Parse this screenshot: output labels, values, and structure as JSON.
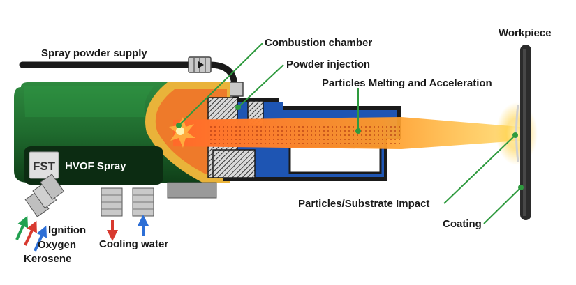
{
  "brand": {
    "logo": "FST",
    "product": "HVOF Spray"
  },
  "labels": {
    "spray_powder_supply": "Spray powder supply",
    "combustion_chamber": "Combustion chamber",
    "powder_injection": "Powder injection",
    "particles_melting": "Particles Melting and Acceleration",
    "workpiece": "Workpiece",
    "impact": "Particles/Substrate Impact",
    "coating": "Coating",
    "cooling_water": "Cooling water",
    "ignition": "Ignition",
    "oxygen": "Oxygen",
    "kerosene": "Kerosene"
  },
  "colors": {
    "gun_body": "#1f6b2e",
    "leader_line": "#2e9a3e",
    "barrel_blue": "#1e55b3",
    "flame_core": "#e6502a",
    "flame_outer": "#f6c23a",
    "workpiece": "#2b2b2b",
    "arrow_green": "#22a050",
    "arrow_red": "#d8392f",
    "arrow_blue": "#2d6fd6"
  }
}
